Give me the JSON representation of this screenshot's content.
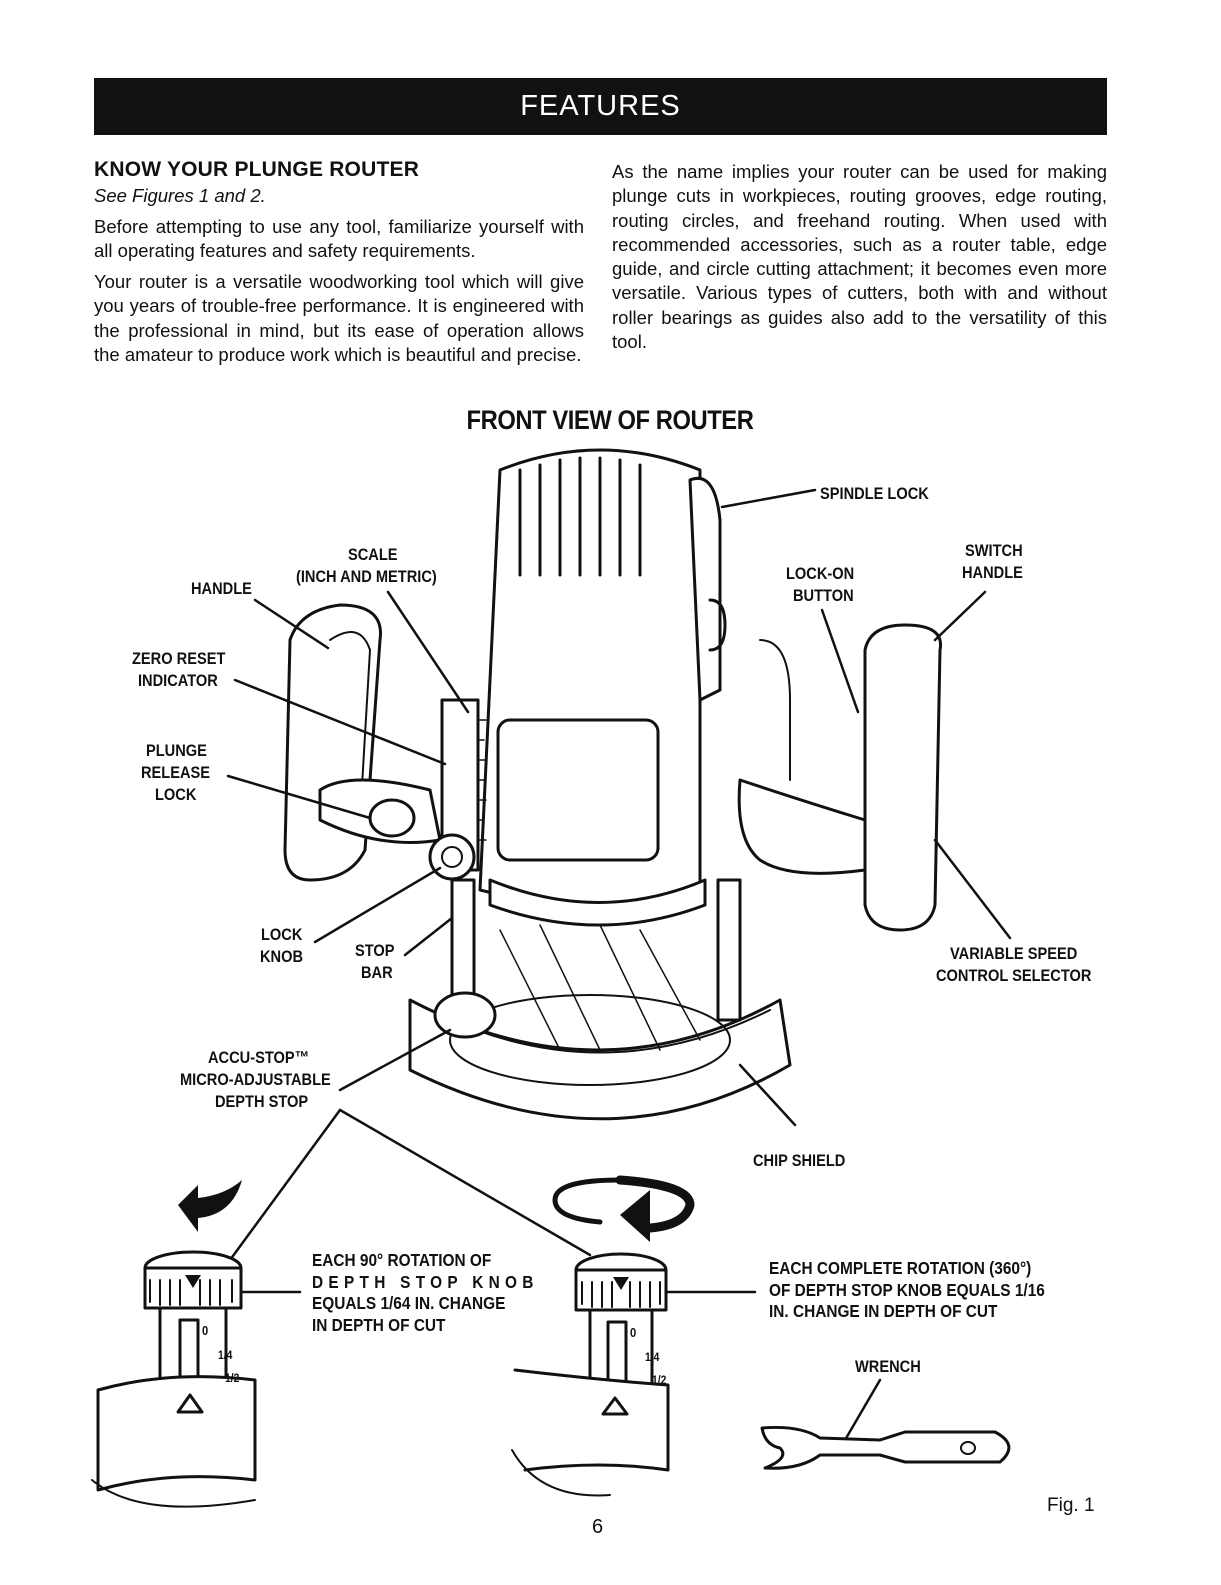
{
  "banner": {
    "title": "FEATURES"
  },
  "intro": {
    "heading": "KNOW YOUR PLUNGE ROUTER",
    "subheading": "See Figures 1 and 2.",
    "paragraphs": [
      "Before attempting to use any tool, familiarize yourself with all operating features and safety requirements.",
      "Your router is a versatile woodworking tool which will give you years of trouble-free performance. It is engineered with the professional in mind, but its ease of operation allows the amateur to produce work which is beautiful and precise."
    ],
    "right_paragraph": "As the name implies your router can be used for making plunge cuts in workpieces, routing grooves, edge routing, routing circles, and freehand routing. When used with recommended accessories, such as a router table, edge guide, and circle cutting attachment; it becomes even more versatile. Various types of cutters, both with and without roller bearings as guides also add to the versatility of this tool."
  },
  "figure": {
    "title": "FRONT VIEW OF ROUTER",
    "labels": {
      "spindle_lock": "SPINDLE LOCK",
      "switch_handle_1": "SWITCH",
      "switch_handle_2": "HANDLE",
      "lock_on_1": "LOCK-ON",
      "lock_on_2": "BUTTON",
      "scale_1": "SCALE",
      "scale_2": "(INCH AND METRIC)",
      "handle": "HANDLE",
      "zero_reset_1": "ZERO RESET",
      "zero_reset_2": "INDICATOR",
      "plunge_1": "PLUNGE",
      "plunge_2": "RELEASE",
      "plunge_3": "LOCK",
      "lock_knob_1": "LOCK",
      "lock_knob_2": "KNOB",
      "stop_bar_1": "STOP",
      "stop_bar_2": "BAR",
      "variable_1": "VARIABLE SPEED",
      "variable_2": "CONTROL SELECTOR",
      "accu_1": "ACCU-STOP™",
      "accu_2": "MICRO-ADJUSTABLE",
      "accu_3": "DEPTH STOP",
      "chip_shield": "CHIP SHIELD",
      "wrench": "WRENCH",
      "scale_marks": {
        "zero": "0",
        "quarter": "1/4",
        "half": "1/2"
      }
    },
    "notes": {
      "rotation_90": [
        "EACH 90° ROTATION OF",
        "DEPTH STOP KNOB",
        "EQUALS 1/64 IN. CHANGE",
        "IN DEPTH OF CUT"
      ],
      "rotation_360": [
        "EACH COMPLETE ROTATION (360°)",
        "OF DEPTH STOP KNOB EQUALS 1/16",
        "IN. CHANGE IN DEPTH OF CUT"
      ]
    },
    "fig_label": "Fig. 1"
  },
  "page": {
    "number": "6"
  }
}
